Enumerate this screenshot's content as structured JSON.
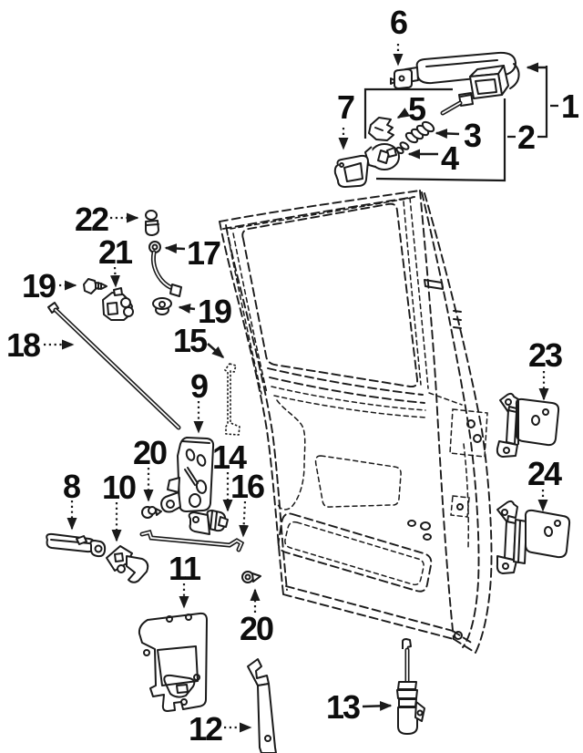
{
  "canvas": {
    "background": "#ffffff",
    "ink": "#1a1a1a"
  },
  "callouts": {
    "c1": {
      "label": "1"
    },
    "c2": {
      "label": "2"
    },
    "c3": {
      "label": "3"
    },
    "c4": {
      "label": "4"
    },
    "c5": {
      "label": "5"
    },
    "c6": {
      "label": "6"
    },
    "c7": {
      "label": "7"
    },
    "c8": {
      "label": "8"
    },
    "c9": {
      "label": "9"
    },
    "c10": {
      "label": "10"
    },
    "c11": {
      "label": "11"
    },
    "c12": {
      "label": "12"
    },
    "c13": {
      "label": "13"
    },
    "c14": {
      "label": "14"
    },
    "c15": {
      "label": "15"
    },
    "c16": {
      "label": "16"
    },
    "c17": {
      "label": "17"
    },
    "c18": {
      "label": "18"
    },
    "c19a": {
      "label": "19"
    },
    "c19b": {
      "label": "19"
    },
    "c20a": {
      "label": "20"
    },
    "c20b": {
      "label": "20"
    },
    "c21": {
      "label": "21"
    },
    "c22": {
      "label": "22"
    },
    "c23": {
      "label": "23"
    },
    "c24": {
      "label": "24"
    }
  }
}
